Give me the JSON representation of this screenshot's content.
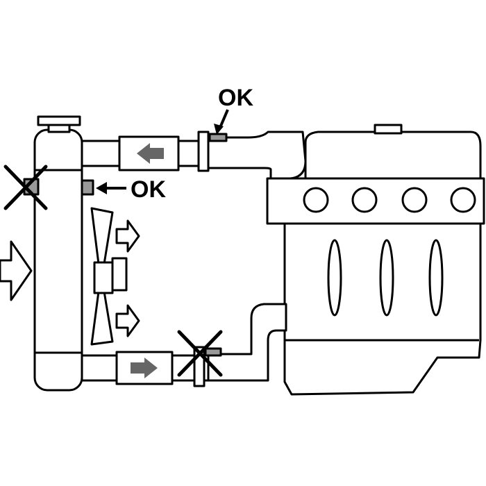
{
  "labels": {
    "hose_sensor_ok": "OK",
    "radiator_sensor_ok": "OK"
  },
  "colors": {
    "stroke": "#000000",
    "background": "#ffffff",
    "sensor_fill": "#999999",
    "flow_arrow_fill": "#666666"
  },
  "icons": {
    "air_inflow": "hollow-right-arrow",
    "fan_airflow": "hollow-right-arrow",
    "coolant_flow": "solid-arrow",
    "not_ok_mark": "x-cross-mark",
    "ok_pointer": "pointer-arrow"
  }
}
